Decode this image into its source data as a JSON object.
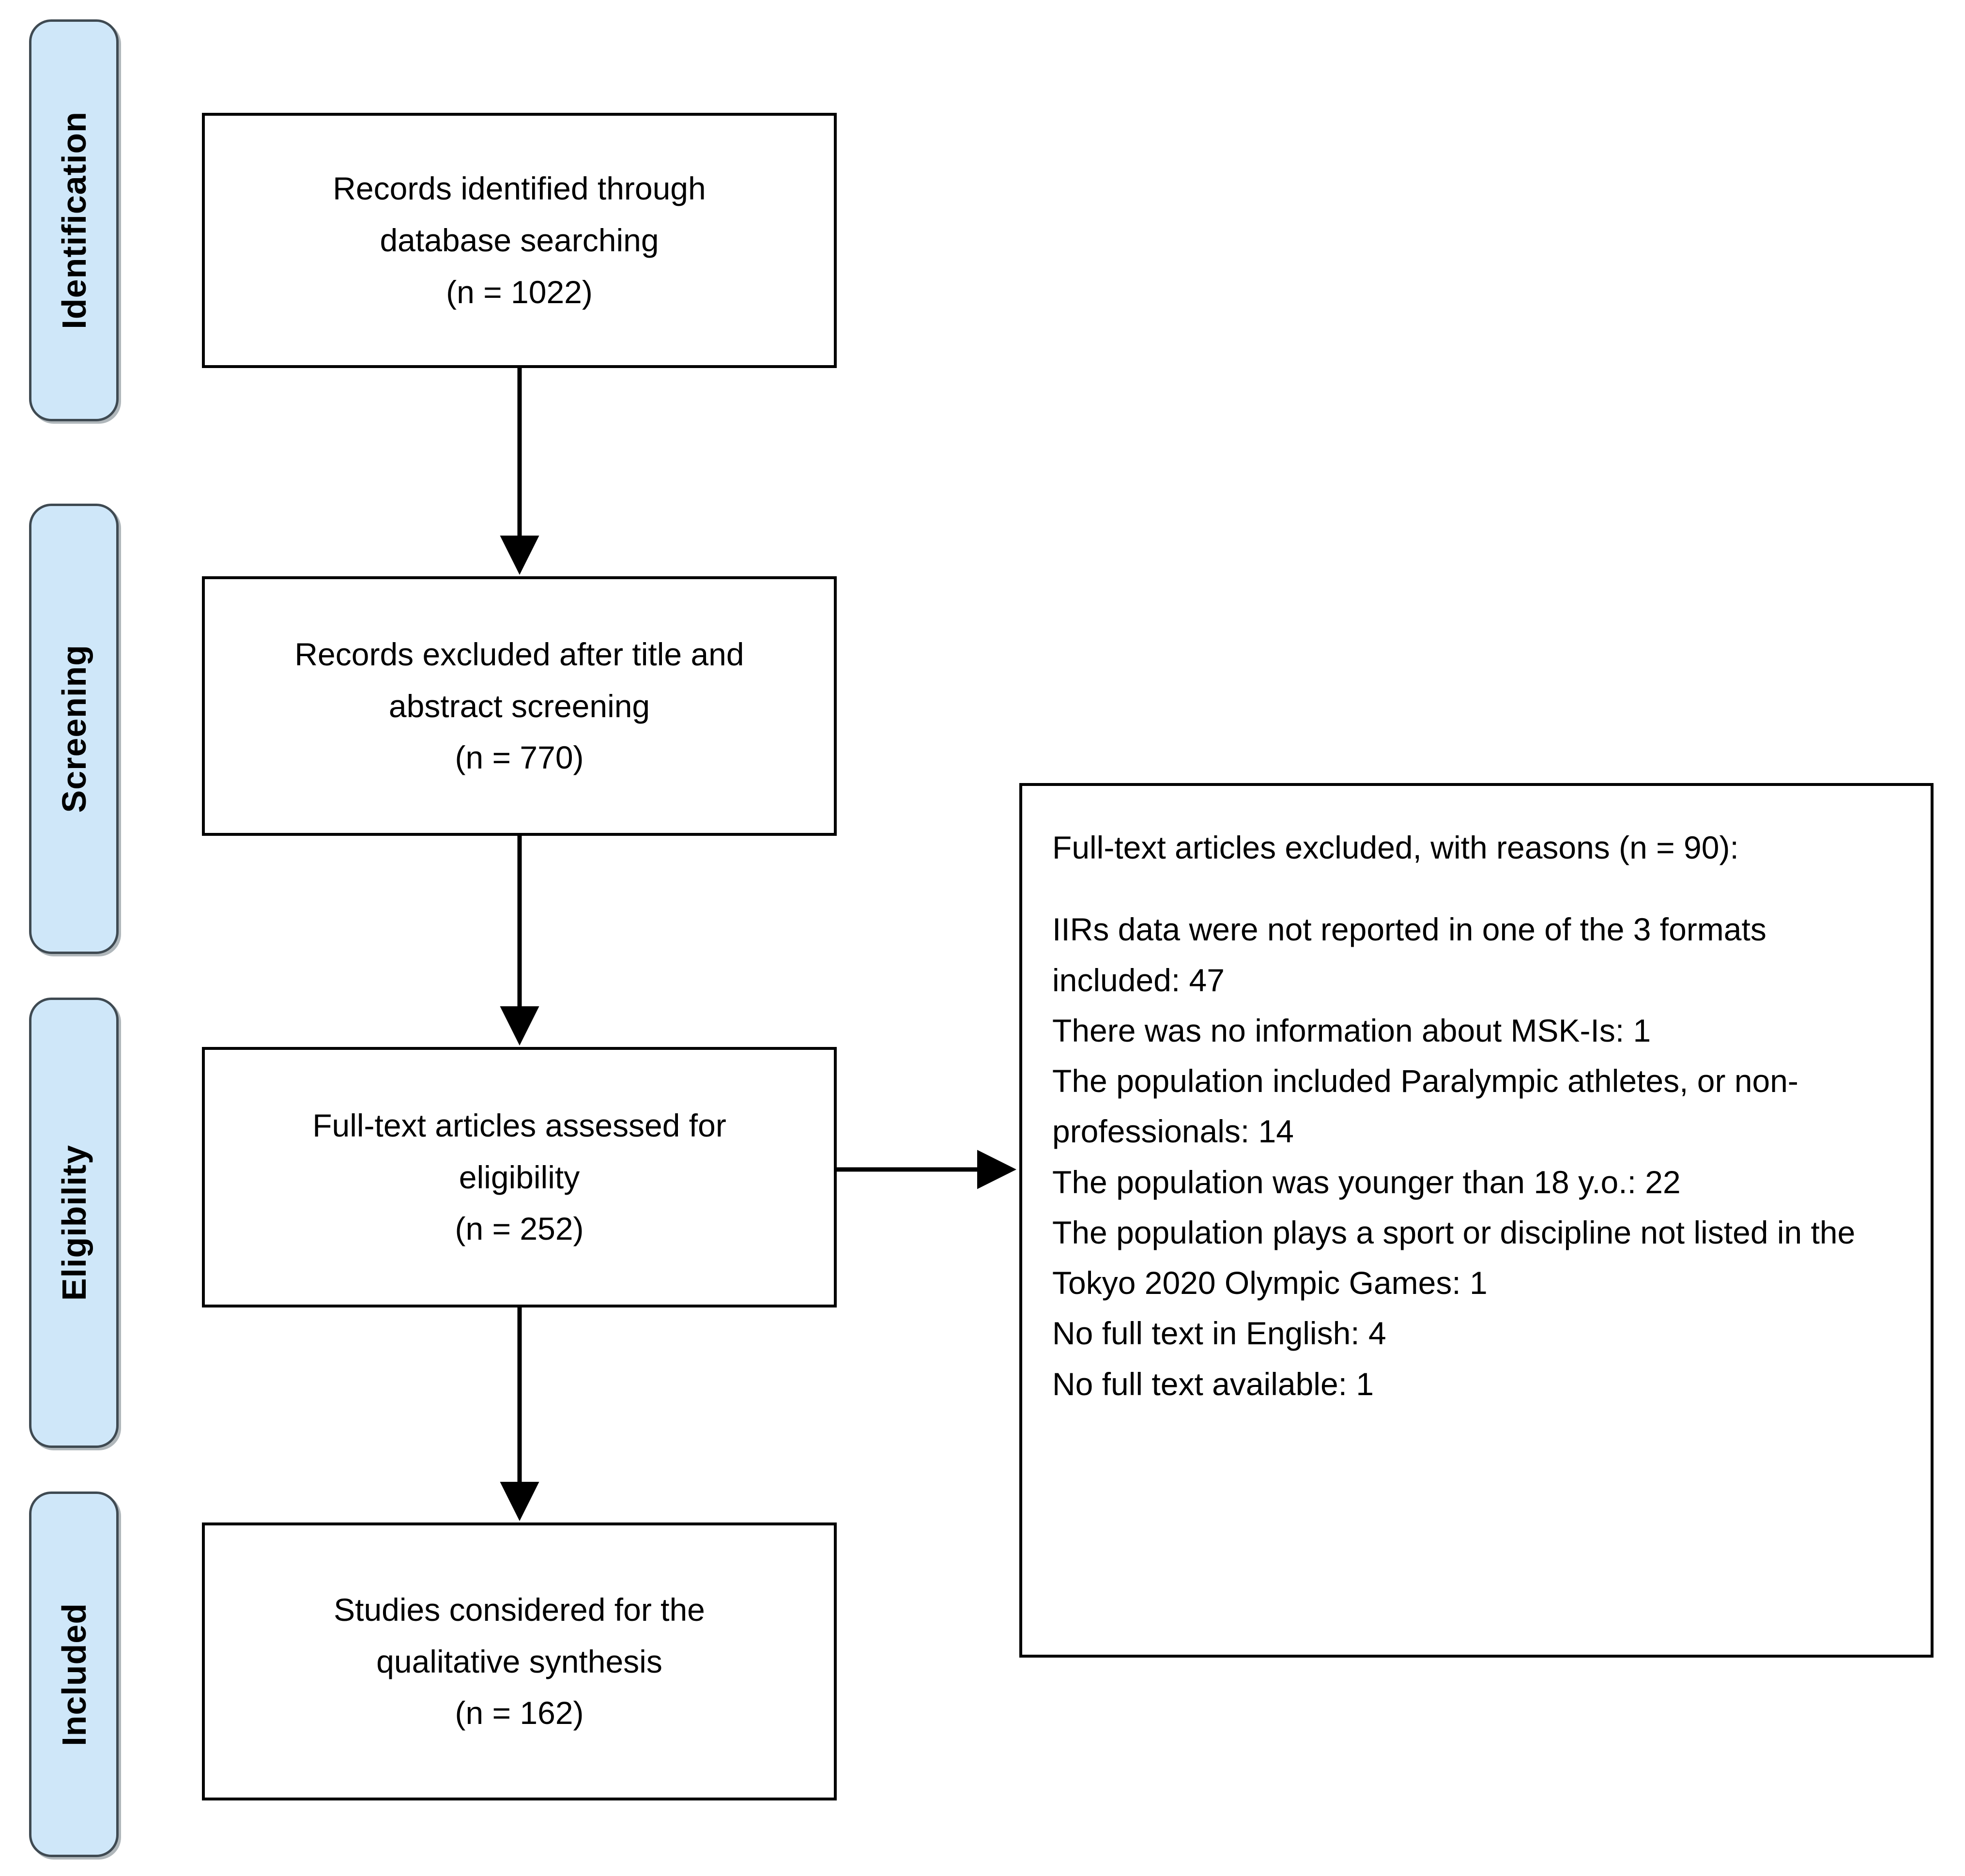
{
  "diagram": {
    "type": "prisma-flow-diagram",
    "accent_color": "#cfe7f9",
    "border_color": "#000000",
    "pill_border_color": "#3f4a52"
  },
  "stages": [
    {
      "label": "Identification"
    },
    {
      "label": "Screening"
    },
    {
      "label": "Eligibility"
    },
    {
      "label": "Included"
    }
  ],
  "boxes": [
    {
      "id": "identified",
      "lines": [
        "Records identified through",
        "database searching",
        "(n = 1022)"
      ]
    },
    {
      "id": "excluded-title-abstract",
      "lines": [
        "Records excluded after title and",
        "abstract screening",
        "(n = 770)"
      ]
    },
    {
      "id": "fulltext-assessed",
      "lines": [
        "Full-text articles assessed for",
        "eligibility",
        "(n = 252)"
      ]
    },
    {
      "id": "studies-included",
      "lines": [
        "Studies considered for the",
        "qualitative synthesis",
        "(n = 162)"
      ]
    }
  ],
  "reasons_panel": {
    "title": "Full-text articles excluded, with reasons (n = 90):",
    "items": [
      "IIRs data were not reported in one of the 3 formats included: 47",
      "There was no information about MSK-Is: 1",
      "The population included Paralympic athletes, or non-professionals: 14",
      "The population was younger than 18 y.o.: 22",
      "The population plays a sport or discipline not listed in the Tokyo 2020 Olympic Games: 1",
      "No full text in English: 4",
      "No full text available: 1"
    ]
  },
  "counts": {
    "records_identified": 1022,
    "records_excluded_title_abstract": 770,
    "fulltext_assessed": 252,
    "fulltext_excluded_total": 90,
    "studies_included": 162,
    "reason_values": [
      47,
      1,
      14,
      22,
      1,
      4,
      1
    ]
  }
}
